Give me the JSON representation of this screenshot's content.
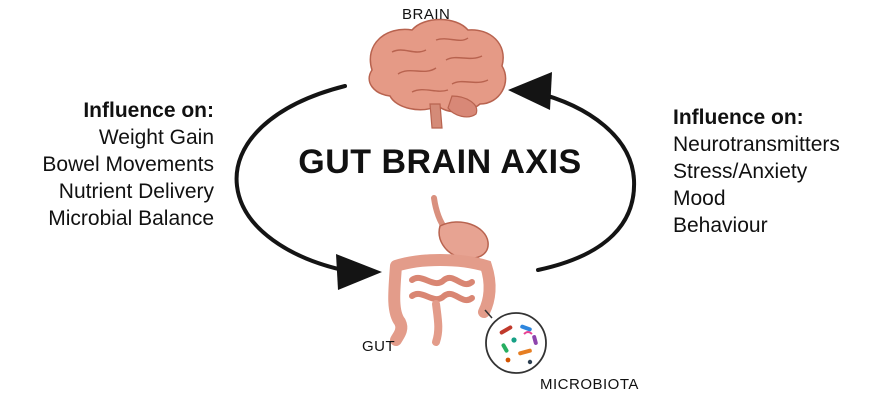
{
  "title": "GUT BRAIN AXIS",
  "labels": {
    "brain": "BRAIN",
    "gut": "GUT",
    "microbiota": "MICROBIOTA"
  },
  "left_panel": {
    "heading": "Influence on:",
    "items": [
      "Weight Gain",
      "Bowel Movements",
      "Nutrient Delivery",
      "Microbial Balance"
    ]
  },
  "right_panel": {
    "heading": "Influence on:",
    "items": [
      "Neurotransmitters",
      "Stress/Anxiety",
      "Mood",
      "Behaviour"
    ]
  },
  "colors": {
    "brain": "#e59a86",
    "gut": "#e7a392",
    "arrow": "#141414"
  }
}
